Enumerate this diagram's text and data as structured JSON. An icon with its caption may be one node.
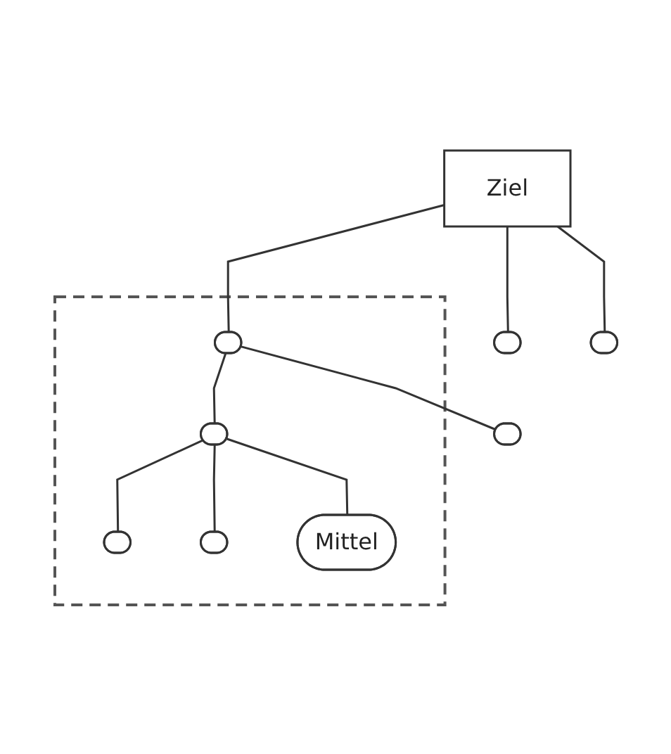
{
  "diagram": {
    "nodes": [
      {
        "text": [
          "Ziel"
        ]
      },
      {
        "text": [],
        "shape": "ellipse"
      },
      {
        "text": [],
        "shape": "loop"
      },
      {
        "text": [],
        "shape": "ellipse",
        "in": 2
      },
      {
        "text": [],
        "shape": "ellipse"
      },
      {
        "text": [],
        "shape": "ellipse"
      },
      {
        "text": [],
        "shape": "ellipse",
        "in": 2
      },
      {
        "text": [],
        "shape": "ellipse",
        "in": 2
      },
      {
        "text": [],
        "shape": "ellipse",
        "in": 2
      },
      {
        "text": [
          "Mittel"
        ],
        "in": 2
      }
    ],
    "edges": [
      {
        "from": 0,
        "to": 1,
        "arrow": "none"
      },
      {
        "from": 0,
        "to": 3,
        "arrow": "none"
      },
      {
        "from": 0,
        "to": 4,
        "arrow": "none"
      },
      {
        "from": 3,
        "to": 5,
        "arrow": "none"
      },
      {
        "from": 3,
        "to": 6,
        "arrow": "none"
      },
      {
        "from": 6,
        "to": 7,
        "arrow": "none"
      },
      {
        "from": 6,
        "to": 8,
        "arrow": "none"
      },
      {
        "from": 6,
        "to": 9,
        "arrow": "none"
      }
    ]
  }
}
